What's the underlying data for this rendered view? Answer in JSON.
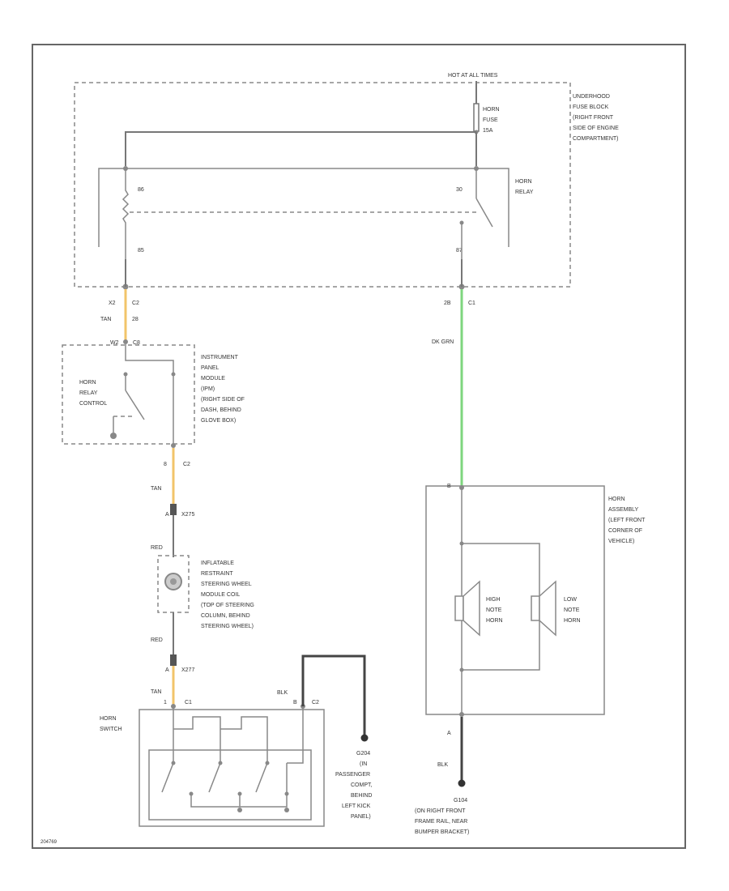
{
  "header": {
    "hot_at_all_times": "HOT AT ALL TIMES"
  },
  "underhood_fuse_block": {
    "label_lines": [
      "UNDERHOOD",
      "FUSE BLOCK",
      "(RIGHT FRONT",
      "SIDE OF ENGINE",
      "COMPARTMENT)"
    ],
    "fuse_lines": [
      "HORN",
      "FUSE",
      "15A"
    ]
  },
  "horn_relay": {
    "label_lines": [
      "HORN",
      "RELAY"
    ],
    "pins": {
      "p86": "86",
      "p30": "30",
      "p85": "85",
      "p87": "87"
    }
  },
  "connectors": {
    "c2_pin_top": "X2",
    "c2_name": "C2",
    "c2_wire": "TAN",
    "c2_wire_num": "28",
    "ipm_pin": "W2",
    "ipm_conn": "C8",
    "c1_pin": "2B",
    "c1_name": "C1",
    "ipm_bottom_pin": "8",
    "ipm_bottom_conn": "C2",
    "x275_pin": "A",
    "x275_name": "X275",
    "x277_pin": "A",
    "x277_name": "X277",
    "horn_switch_left_pin": "1",
    "horn_switch_left_conn": "C1",
    "horn_switch_right_pin": "B",
    "horn_switch_right_conn": "C2",
    "horn_assy_top_pin": "B",
    "horn_assy_bottom_pin": "A"
  },
  "wires": {
    "dk_grn": "DK GRN",
    "tan1": "TAN",
    "red1": "RED",
    "red2": "RED",
    "tan2": "TAN",
    "blk1": "BLK",
    "blk2": "BLK"
  },
  "ipm": {
    "label_lines": [
      "INSTRUMENT",
      "PANEL",
      "MODULE",
      "(IPM)",
      "(RIGHT SIDE OF",
      "DASH, BEHIND",
      "GLOVE BOX)"
    ],
    "relay_control_lines": [
      "HORN",
      "RELAY",
      "CONTROL"
    ]
  },
  "coil": {
    "label_lines": [
      "INFLATABLE",
      "RESTRAINT",
      "STEERING WHEEL",
      "MODULE COIL",
      "(TOP OF STEERING",
      "COLUMN, BEHIND",
      "STEERING WHEEL)"
    ]
  },
  "horn_assembly": {
    "label_lines": [
      "HORN",
      "ASSEMBLY",
      "(LEFT FRONT",
      "CORNER OF",
      "VEHICLE)"
    ],
    "high_note_lines": [
      "HIGH",
      "NOTE",
      "HORN"
    ],
    "low_note_lines": [
      "LOW",
      "NOTE",
      "HORN"
    ]
  },
  "horn_switch": {
    "label_lines": [
      "HORN",
      "SWITCH"
    ]
  },
  "ground_g204": {
    "label_lines": [
      "G204",
      "(IN",
      "PASSENGER",
      "COMPT,",
      "BEHIND",
      "LEFT KICK",
      "PANEL)"
    ]
  },
  "ground_g104": {
    "label_lines": [
      "G104",
      "(ON RIGHT FRONT",
      "FRAME RAIL, NEAR",
      "BUMPER BRACKET)"
    ]
  },
  "footer": {
    "figure_id": "204769"
  },
  "colors": {
    "tan_wire": "#f2c46a",
    "dk_grn_wire": "#7ed67e",
    "line": "#777777",
    "frame": "#666666"
  }
}
